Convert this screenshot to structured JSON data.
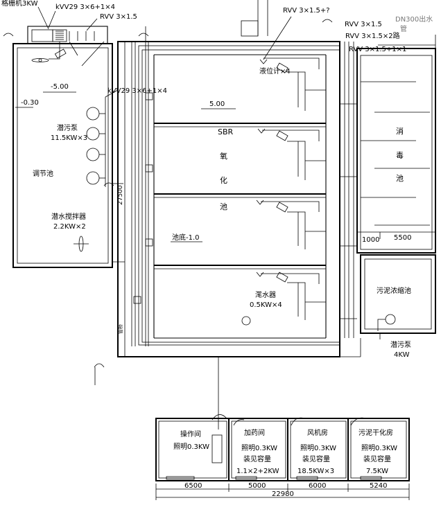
{
  "intake": {
    "screen_label": "格栅机3KW",
    "cable_1": "kVV29 3×6+1×4",
    "cable_2": "RVV 3×1.5",
    "level_top": "-5.00",
    "level_bottom": "-0.30",
    "pump_label": "潜污泵",
    "pump_spec": "11.5KW×3",
    "tank_name": "调节池",
    "mixer_label": "潜水搅拌器",
    "mixer_spec": "2.2KW×2",
    "cable_3": "kVV29 3×6+1×4"
  },
  "sbr": {
    "cable_a": "RVV 3×1.5+?",
    "cable_b": "RVV 3×1.5",
    "cable_c": "RVV  3×1.5×2路",
    "cable_d": "RVV 3×1.5+1×1",
    "outlet": "DN300出水",
    "outlet_2": "管",
    "level_gauge": "液位计×4",
    "water_level": "5.00",
    "name_1": "SBR",
    "name_2": "氧",
    "name_3": "化",
    "name_4": "池",
    "length_dim": "27500",
    "bottom_level": "池底-1.0",
    "decanter_label": "滗水器",
    "decanter_spec": "0.5KW×4",
    "side_mark": "管桥"
  },
  "disinfection": {
    "c1": "消",
    "c2": "毒",
    "c3": "池",
    "dim_a": "1000",
    "dim_b": "5500"
  },
  "sludge": {
    "tank_name": "污泥浓缩池",
    "pump_label": "潜污泵",
    "pump_spec": "4KW"
  },
  "rooms": [
    {
      "name": "操作间",
      "l1": "照明0.3KW",
      "l2": "",
      "l3": ""
    },
    {
      "name": "加药间",
      "l1": "照明0.3KW",
      "l2": "装见容量",
      "l3": "1.1×2+2KW"
    },
    {
      "name": "风机房",
      "l1": "照明0.3KW",
      "l2": "装见容量",
      "l3": "18.5KW×3"
    },
    {
      "name": "污泥干化房",
      "l1": "照明0.3KW",
      "l2": "装见容量",
      "l3": "7.5KW"
    }
  ],
  "dims": {
    "d1": "6500",
    "d2": "5000",
    "d3": "6000",
    "d4": "5240",
    "total": "22980"
  }
}
